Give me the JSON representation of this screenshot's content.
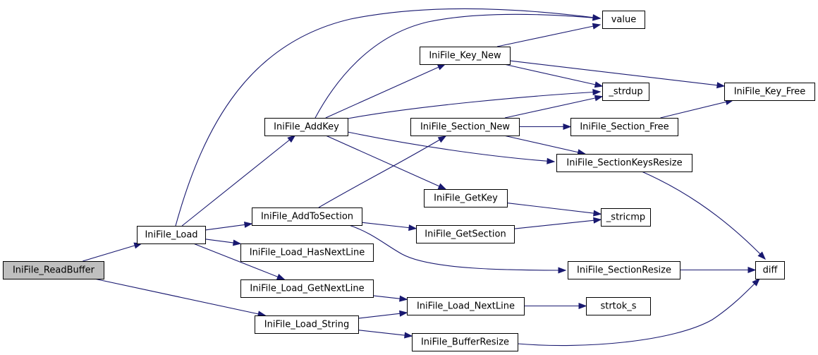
{
  "graph": {
    "type": "call-graph",
    "colors": {
      "edge": "#191970",
      "node_border": "#000000",
      "root_fill": "#bfbfbf",
      "node_fill": "#ffffff"
    },
    "nodes": {
      "readbuffer": "IniFile_ReadBuffer",
      "load": "IniFile_Load",
      "addkey": "IniFile_AddKey",
      "addtosection": "IniFile_AddToSection",
      "hasnextline": "IniFile_Load_HasNextLine",
      "getnextline": "IniFile_Load_GetNextLine",
      "loadstring": "IniFile_Load_String",
      "keynew": "IniFile_Key_New",
      "sectionnew": "IniFile_Section_New",
      "getkey": "IniFile_GetKey",
      "getsection": "IniFile_GetSection",
      "nextline": "IniFile_Load_NextLine",
      "bufferresize": "IniFile_BufferResize",
      "value": "value",
      "strdup": "_strdup",
      "sectionfree": "IniFile_Section_Free",
      "sectionkeysresize": "IniFile_SectionKeysResize",
      "stricmp": "_stricmp",
      "sectionresize": "IniFile_SectionResize",
      "strtok": "strtok_s",
      "keyfree": "IniFile_Key_Free",
      "diff": "diff"
    },
    "edges": [
      [
        "readbuffer",
        "load"
      ],
      [
        "readbuffer",
        "loadstring"
      ],
      [
        "load",
        "value"
      ],
      [
        "load",
        "addkey"
      ],
      [
        "load",
        "addtosection"
      ],
      [
        "load",
        "hasnextline"
      ],
      [
        "load",
        "getnextline"
      ],
      [
        "addkey",
        "value"
      ],
      [
        "addkey",
        "keynew"
      ],
      [
        "addkey",
        "strdup"
      ],
      [
        "addkey",
        "sectionkeysresize"
      ],
      [
        "addkey",
        "getkey"
      ],
      [
        "addtosection",
        "sectionnew"
      ],
      [
        "addtosection",
        "getsection"
      ],
      [
        "addtosection",
        "sectionresize"
      ],
      [
        "getnextline",
        "nextline"
      ],
      [
        "loadstring",
        "nextline"
      ],
      [
        "loadstring",
        "bufferresize"
      ],
      [
        "keynew",
        "value"
      ],
      [
        "keynew",
        "strdup"
      ],
      [
        "keynew",
        "keyfree"
      ],
      [
        "sectionnew",
        "strdup"
      ],
      [
        "sectionnew",
        "sectionfree"
      ],
      [
        "sectionnew",
        "sectionkeysresize"
      ],
      [
        "sectionfree",
        "keyfree"
      ],
      [
        "sectionkeysresize",
        "diff"
      ],
      [
        "getkey",
        "stricmp"
      ],
      [
        "getsection",
        "stricmp"
      ],
      [
        "sectionresize",
        "diff"
      ],
      [
        "nextline",
        "strtok"
      ],
      [
        "bufferresize",
        "diff"
      ]
    ]
  }
}
